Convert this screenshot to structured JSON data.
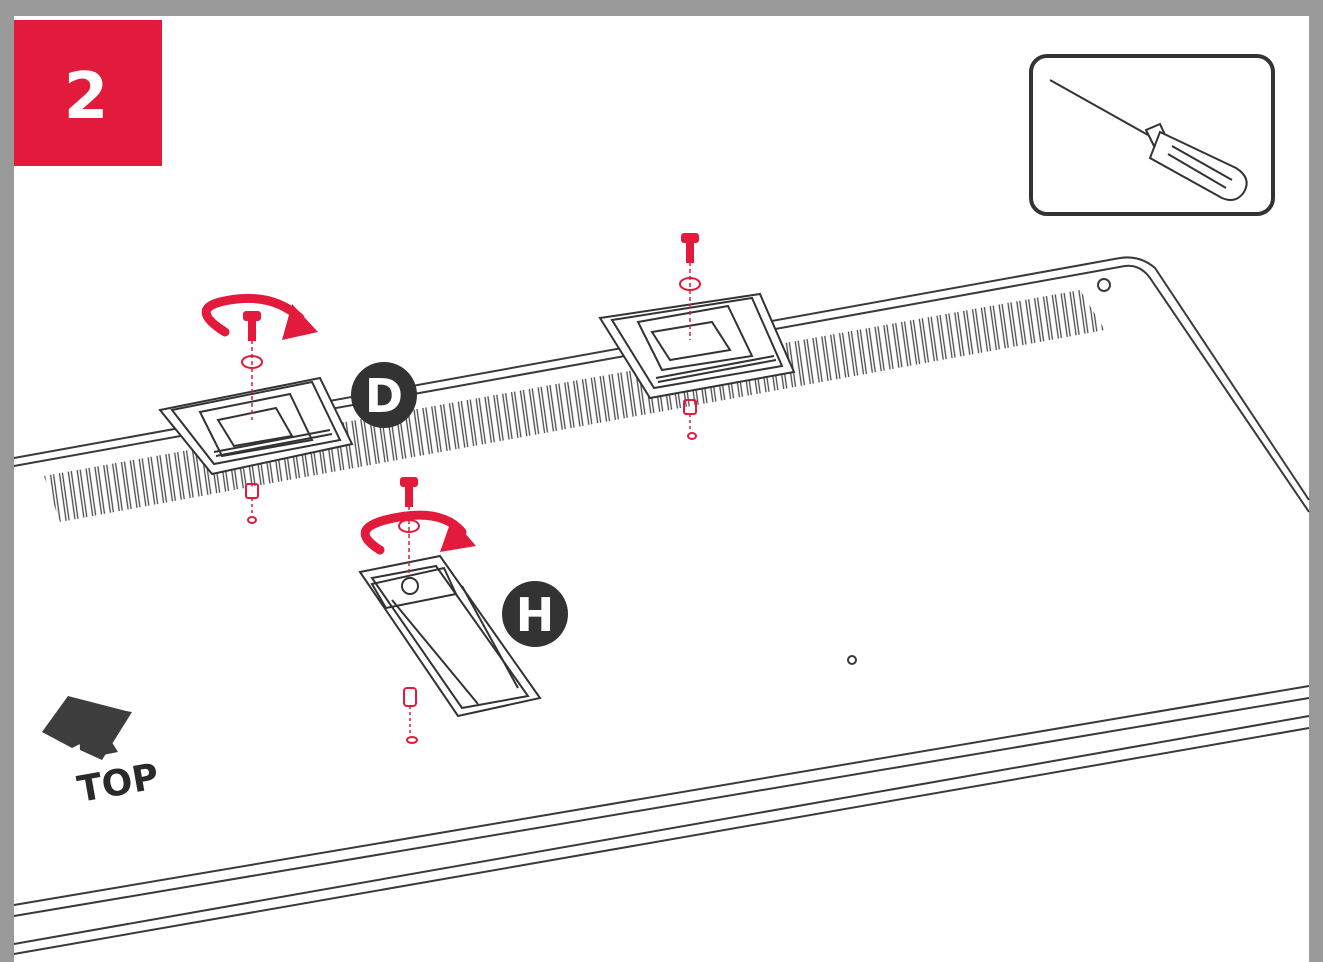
{
  "step": {
    "number": "2"
  },
  "tool": {
    "icon": "screwdriver-icon"
  },
  "callouts": [
    {
      "letter": "D"
    },
    {
      "letter": "H"
    }
  ],
  "orientation": {
    "label": "TOP",
    "icon": "arrow-up-icon"
  },
  "colors": {
    "accent_red": "#e21b3c",
    "frame_gray": "#9a9a9a",
    "line_dark": "#3a3a3a",
    "callout_fill": "#333333",
    "arrow_fill": "#3d3d3d"
  }
}
